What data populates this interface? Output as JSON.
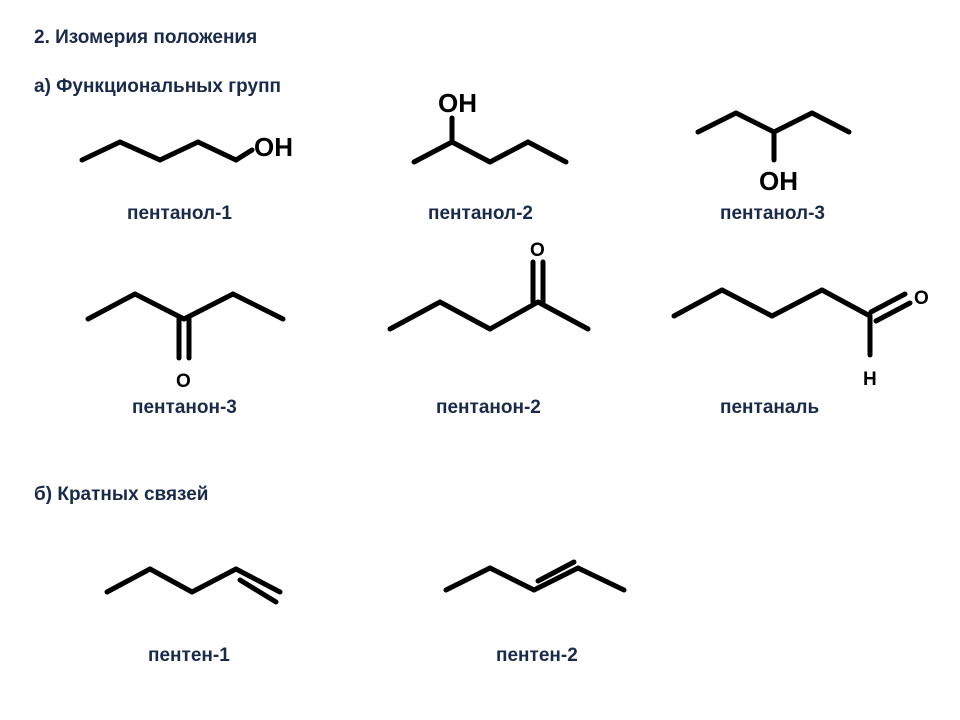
{
  "slide": {
    "title": "2. Изомерия положения",
    "section_a": "а) Функциональных групп",
    "section_b": "б) Кратных связей"
  },
  "molecules": {
    "pentanol_1": {
      "name": "пентанол-1",
      "group": "OH"
    },
    "pentanol_2": {
      "name": "пентанол-2",
      "group": "OH"
    },
    "pentanol_3": {
      "name": "пентанол-3",
      "group": "OH"
    },
    "pentanone_3": {
      "name": "пентанон-3",
      "atom": "O"
    },
    "pentanone_2": {
      "name": "пентанон-2",
      "atom": "O"
    },
    "pentanal": {
      "name": "пентаналь",
      "atom_o": "O",
      "atom_h": "H"
    },
    "pentene_1": {
      "name": "пентен-1"
    },
    "pentene_2": {
      "name": "пентен-2"
    }
  }
}
